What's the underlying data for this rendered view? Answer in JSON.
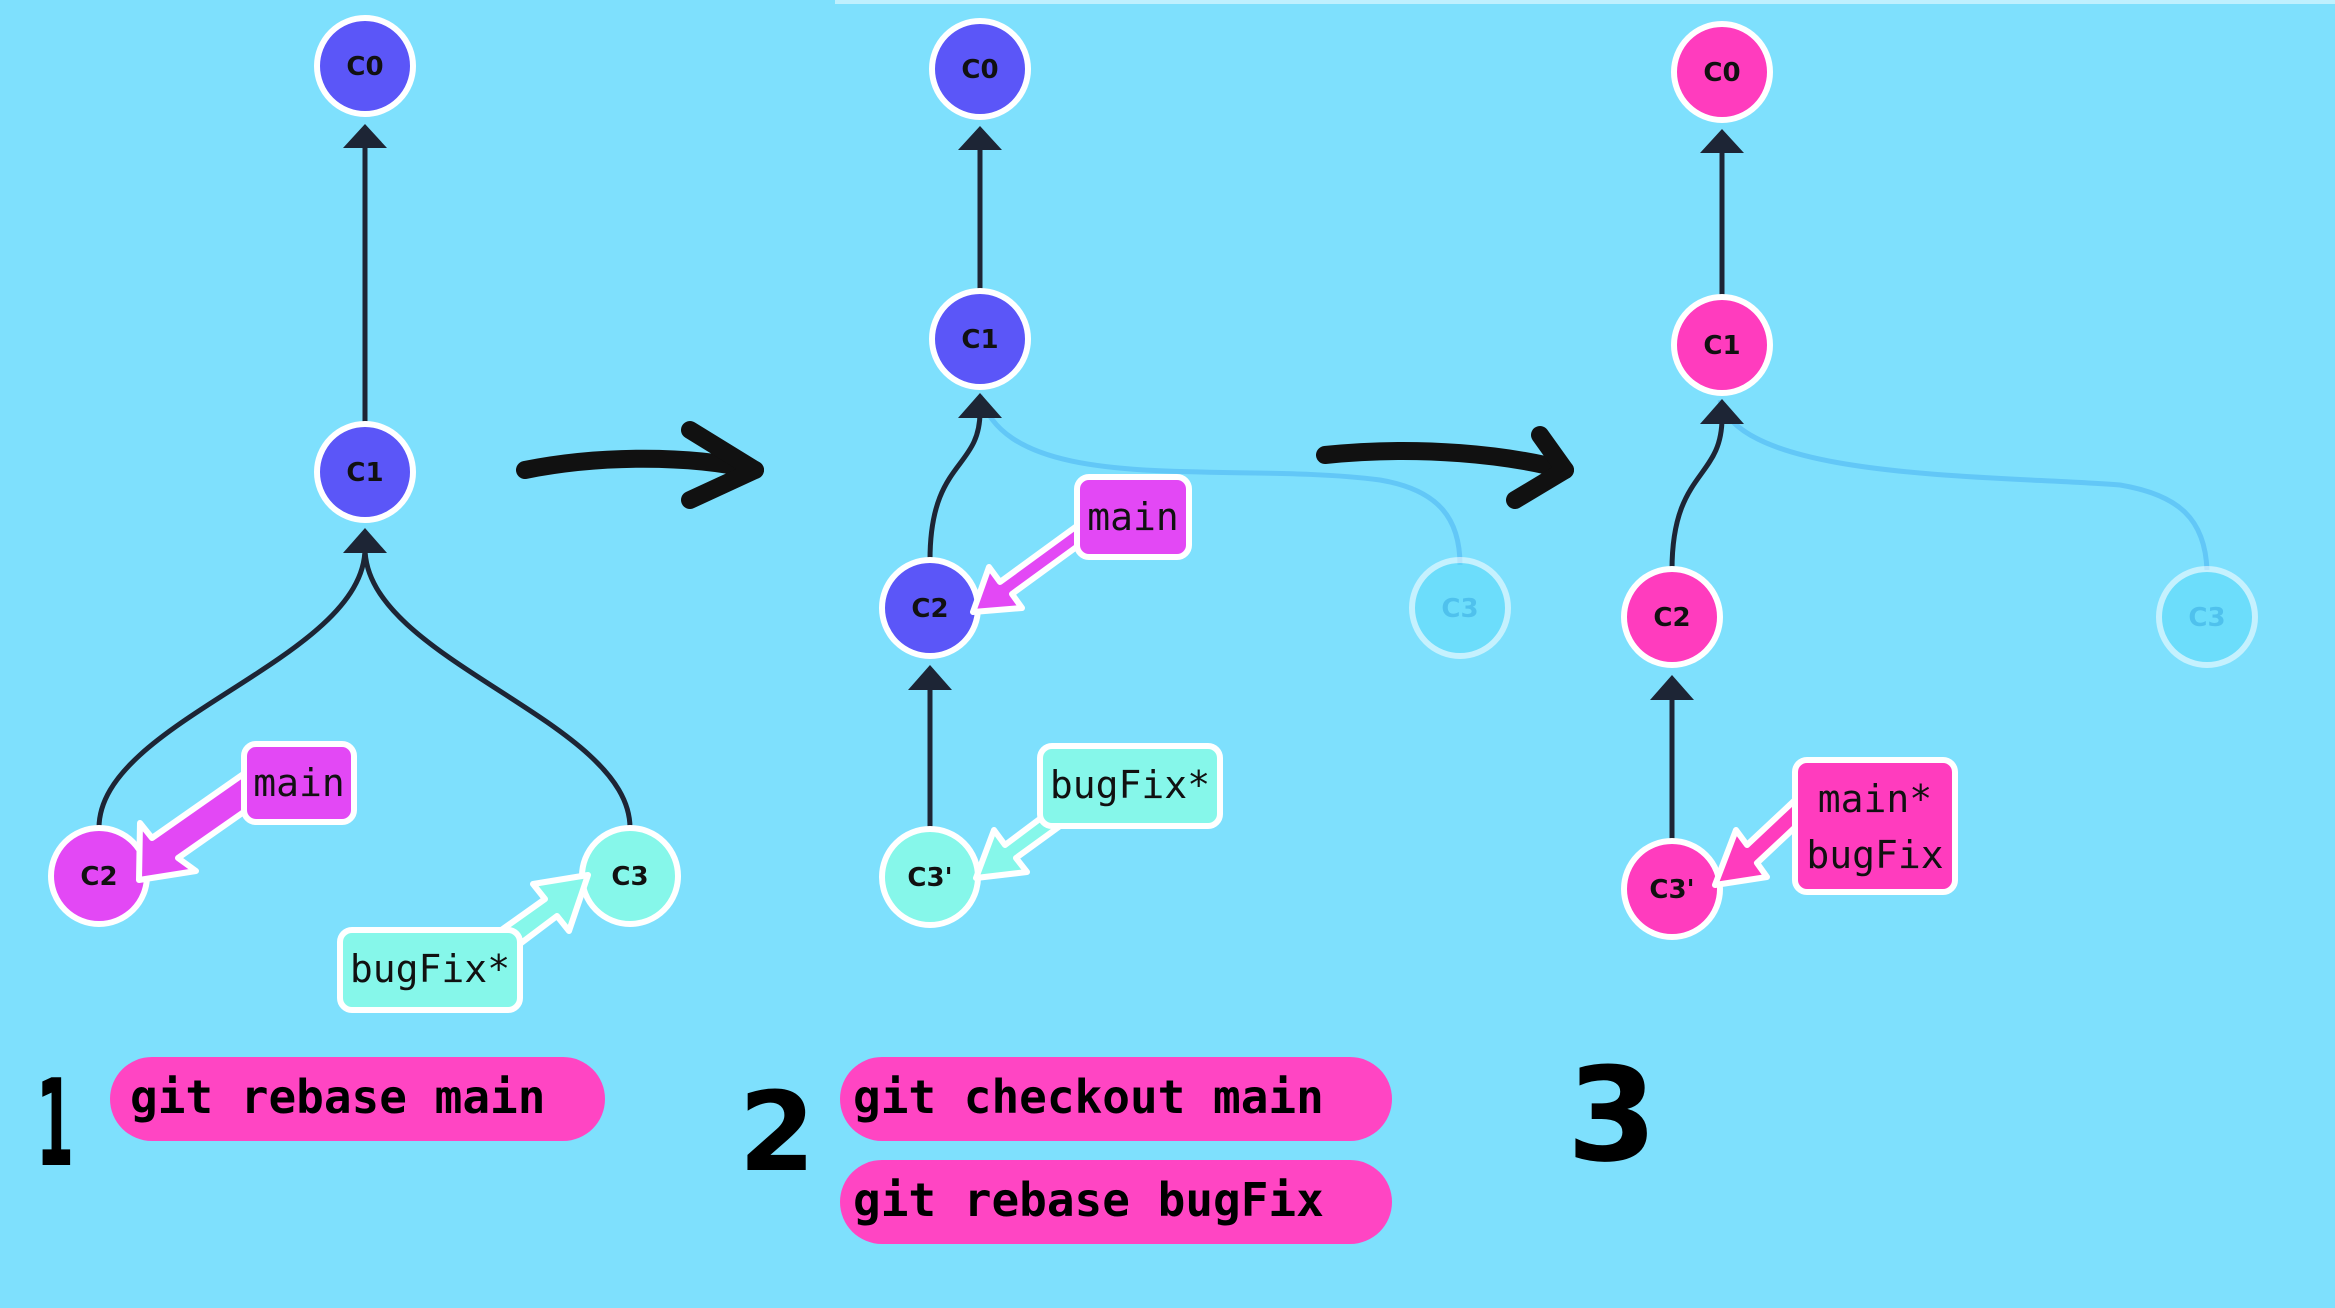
{
  "colors": {
    "background": "#7ee0fd",
    "blue_commit": "#5b56f8",
    "magenta_commit": "#e348f5",
    "pink_commit": "#ff3cbe",
    "cyan_commit": "#86f7ea",
    "faded_commit": "#5fdcfb",
    "edge": "#1d2535",
    "faded_edge": "#62c7f7",
    "command_bg": "#ff45c3",
    "arrow": "#111111"
  },
  "panel1": {
    "step": "1",
    "commits": {
      "c0": "C0",
      "c1": "C1",
      "c2": "C2",
      "c3": "C3"
    },
    "branches": {
      "main": "main",
      "bugfix": "bugFix*"
    },
    "command": "git rebase main"
  },
  "panel2": {
    "step": "2",
    "commits": {
      "c0": "C0",
      "c1": "C1",
      "c2": "C2",
      "c3_prime": "C3'",
      "c3": "C3"
    },
    "branches": {
      "main": "main",
      "bugfix": "bugFix*"
    },
    "commands": [
      "git checkout main",
      "git rebase bugFix"
    ]
  },
  "panel3": {
    "step": "3",
    "commits": {
      "c0": "C0",
      "c1": "C1",
      "c2": "C2",
      "c3_prime": "C3'",
      "c3": "C3"
    },
    "branches": {
      "main": "main*",
      "bugfix": "bugFix"
    }
  }
}
